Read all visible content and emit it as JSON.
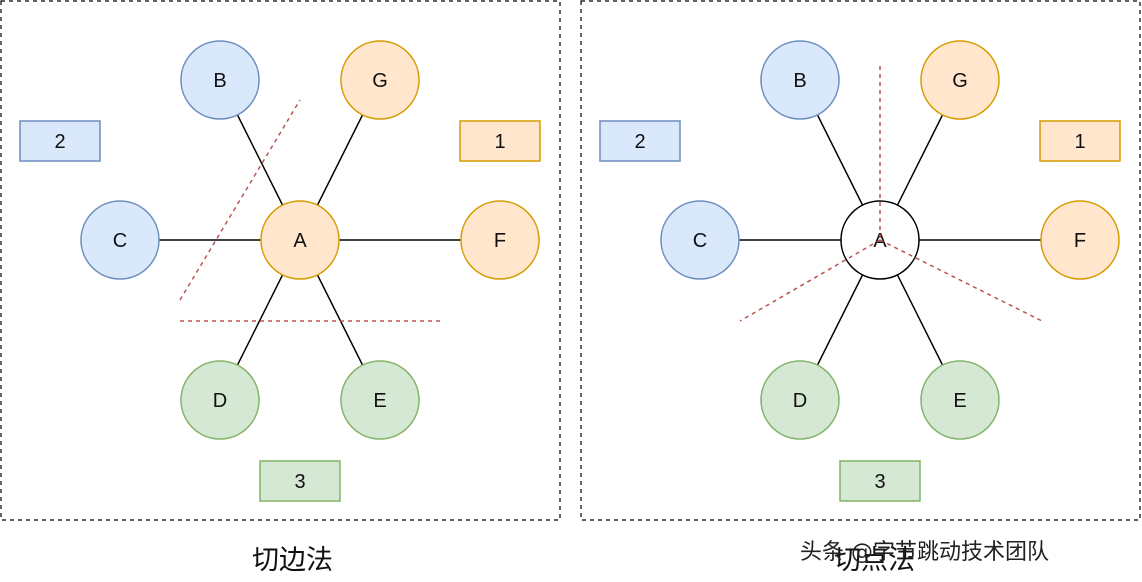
{
  "colors": {
    "blue_fill": "#dae8fc",
    "blue_stroke": "#6c8ebf",
    "orange_fill": "#ffe6cc",
    "orange_stroke": "#d79b00",
    "green_fill": "#d5e8d4",
    "green_stroke": "#82b366",
    "white_fill": "#ffffff",
    "black_stroke": "#000000",
    "cut_line": "#b85450",
    "frame": "#000000"
  },
  "diagrams": [
    {
      "caption": "切边法",
      "center": {
        "label": "A",
        "color": "orange"
      },
      "nodes": [
        {
          "label": "B",
          "color": "blue"
        },
        {
          "label": "G",
          "color": "orange"
        },
        {
          "label": "C",
          "color": "blue"
        },
        {
          "label": "F",
          "color": "orange"
        },
        {
          "label": "D",
          "color": "green"
        },
        {
          "label": "E",
          "color": "green"
        }
      ],
      "partitions": [
        {
          "label": "2",
          "color": "blue"
        },
        {
          "label": "1",
          "color": "orange"
        },
        {
          "label": "3",
          "color": "green"
        }
      ]
    },
    {
      "caption": "切点法",
      "center": {
        "label": "A",
        "color": "white"
      },
      "nodes": [
        {
          "label": "B",
          "color": "blue"
        },
        {
          "label": "G",
          "color": "orange"
        },
        {
          "label": "C",
          "color": "blue"
        },
        {
          "label": "F",
          "color": "orange"
        },
        {
          "label": "D",
          "color": "green"
        },
        {
          "label": "E",
          "color": "green"
        }
      ],
      "partitions": [
        {
          "label": "2",
          "color": "blue"
        },
        {
          "label": "1",
          "color": "orange"
        },
        {
          "label": "3",
          "color": "green"
        }
      ]
    }
  ],
  "watermark": "头条 @字节跳动技术团队"
}
